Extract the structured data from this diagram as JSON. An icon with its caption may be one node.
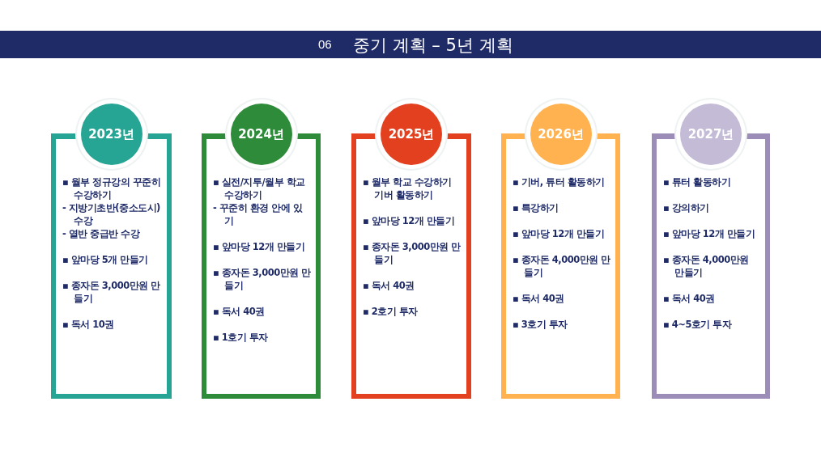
{
  "diagram": {
    "title": "중기 계획 – 5년 계획",
    "labels": [
      "06"
    ],
    "nodes": [
      {
        "text": [
          "2023년",
          "▪ 월부 정규강의 꾸준히 수강하기",
          "- 지방기초반(중소도시) 수강",
          "- 열반 중급반 수강",
          "▪ 앞마당 5개 만들기",
          "▪ 종자돈 3,000만원 만들기",
          "▪ 독서 10권"
        ]
      },
      {
        "text": [
          "2024년",
          "▪ 실전/지투/월부 학교 수강하기",
          "- 꾸준히 환경 안에 있기",
          "▪ 앞마당 12개 만들기",
          "▪ 종자돈 3,000만원 만들기",
          "▪ 독서 40권",
          "▪ 1호기 투자"
        ]
      },
      {
        "text": [
          "2025년",
          "▪ 월부 학교 수강하기 기버 활동하기",
          "▪ 앞마당 12개 만들기",
          "▪ 종자돈 3,000만원 만들기",
          "▪ 독서 40권",
          "▪ 2호기 투자"
        ]
      },
      {
        "text": [
          "2026년",
          "▪ 기버, 튜터 활동하기",
          "▪ 특강하기",
          "▪ 앞마당 12개 만들기",
          "▪ 종자돈 4,000만원 만들기",
          "▪ 독서 40권",
          "▪ 3호기 투자"
        ]
      },
      {
        "text": [
          "2027년",
          "▪ 튜터 활동하기",
          "▪ 강의하기",
          "▪ 앞마당 12개 만들기",
          "▪ 종자돈 4,000만원 만들기",
          "▪ 독서 40권",
          "▪ 4~5호기 투자"
        ]
      }
    ],
    "edges": []
  }
}
